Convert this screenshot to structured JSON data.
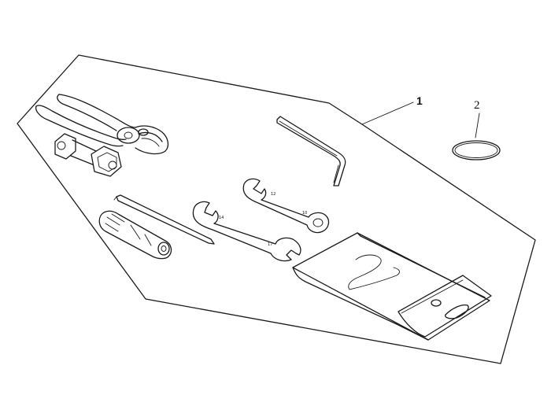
{
  "callouts": [
    {
      "id": "1",
      "label": "1"
    },
    {
      "id": "2",
      "label": "2"
    }
  ],
  "bag_marking": "2",
  "colors": {
    "line": "#1a1a1a",
    "background": "#ffffff"
  }
}
